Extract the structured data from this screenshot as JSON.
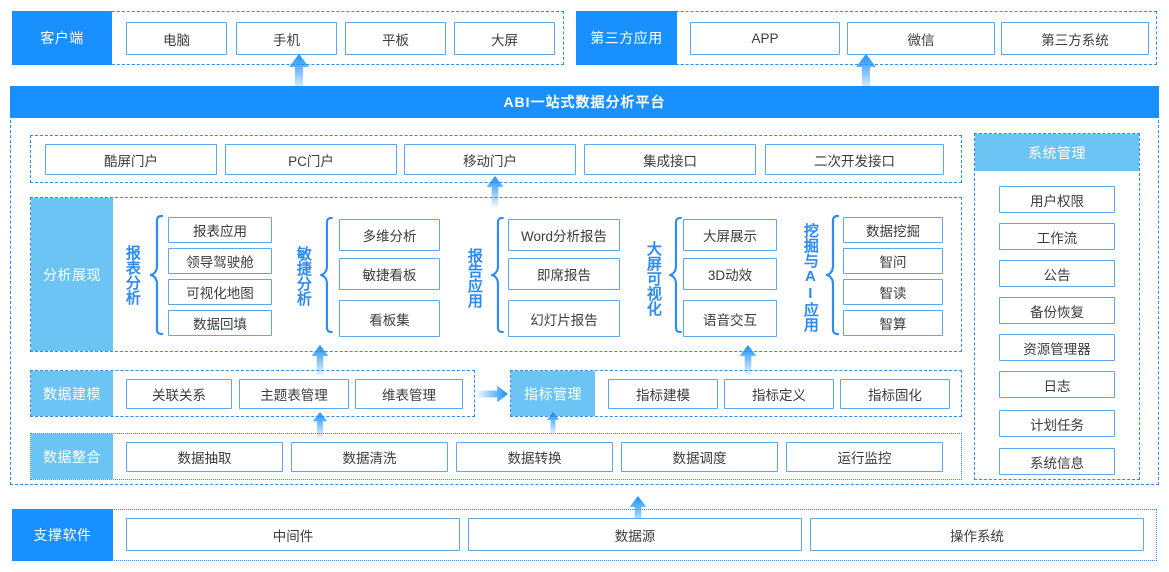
{
  "diagram": {
    "title": "ABI一站式数据分析平台",
    "colors": {
      "primary": "#1890ff",
      "light": "#6cc4f5",
      "border": "#59a8f0",
      "dash": "#2f8bf2",
      "text": "#3c3c3c"
    }
  },
  "client_row": {
    "label": "客户端",
    "items": [
      "电脑",
      "手机",
      "平板",
      "大屏"
    ]
  },
  "thirdparty_row": {
    "label": "第三方应用",
    "items": [
      "APP",
      "微信",
      "第三方系统"
    ]
  },
  "portal_row": {
    "items": [
      "酷屏门户",
      "PC门户",
      "移动门户",
      "集成接口",
      "二次开发接口"
    ]
  },
  "analysis": {
    "label": "分析展现",
    "groups": [
      {
        "name": "报表分析",
        "items": [
          "报表应用",
          "领导驾驶舱",
          "可视化地图",
          "数据回填"
        ]
      },
      {
        "name": "敏捷分析",
        "items": [
          "多维分析",
          "敏捷看板",
          "看板集"
        ]
      },
      {
        "name": "报告应用",
        "items": [
          "Word分析报告",
          "即席报告",
          "幻灯片报告"
        ]
      },
      {
        "name": "大屏可视化",
        "items": [
          "大屏展示",
          "3D动效",
          "语音交互"
        ]
      },
      {
        "name": "挖掘与AI应用",
        "items": [
          "数据挖掘",
          "智问",
          "智读",
          "智算"
        ]
      }
    ]
  },
  "modeling": {
    "label": "数据建模",
    "items": [
      "关联关系",
      "主题表管理",
      "维表管理"
    ],
    "indicator_label": "指标管理",
    "indicator_items": [
      "指标建模",
      "指标定义",
      "指标固化"
    ]
  },
  "integration": {
    "label": "数据整合",
    "items": [
      "数据抽取",
      "数据清洗",
      "数据转换",
      "数据调度",
      "运行监控"
    ]
  },
  "system": {
    "label": "系统管理",
    "items": [
      "用户权限",
      "工作流",
      "公告",
      "备份恢复",
      "资源管理器",
      "日志",
      "计划任务",
      "系统信息"
    ]
  },
  "support_row": {
    "label": "支撑软件",
    "items": [
      "中间件",
      "数据源",
      "操作系统"
    ]
  }
}
